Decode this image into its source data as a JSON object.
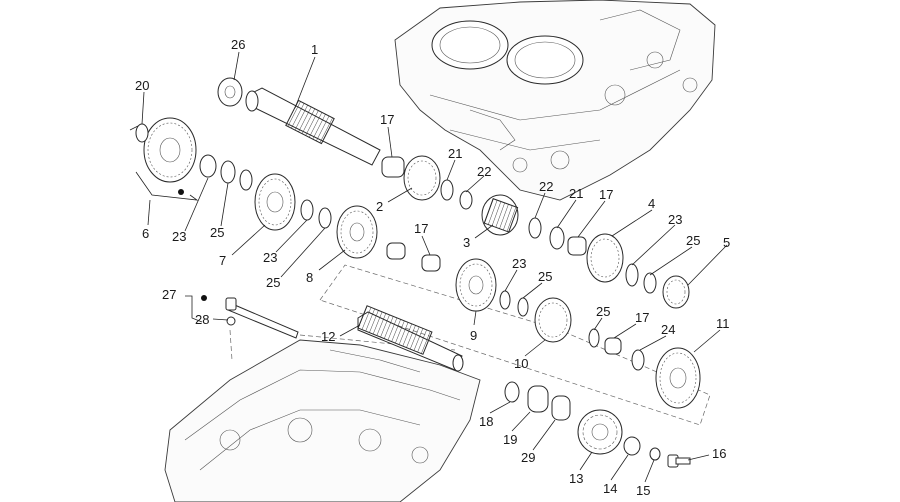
{
  "labels": {
    "n1": "1",
    "n2": "2",
    "n3": "3",
    "n4": "4",
    "n5": "5",
    "n6": "6",
    "n7": "7",
    "n8": "8",
    "n9": "9",
    "n10": "10",
    "n11": "11",
    "n12": "12",
    "n13": "13",
    "n14": "14",
    "n15": "15",
    "n16": "16",
    "n17a": "17",
    "n17b": "17",
    "n17c": "17",
    "n17d": "17",
    "n18": "18",
    "n19": "19",
    "n20": "20",
    "n21a": "21",
    "n21b": "21",
    "n22a": "22",
    "n22b": "22",
    "n23a": "23",
    "n23b": "23",
    "n23c": "23",
    "n23d": "23",
    "n24": "24",
    "n25a": "25",
    "n25b": "25",
    "n25c": "25",
    "n25d": "25",
    "n25e": "25",
    "n26": "26",
    "n27": "27",
    "n28": "28",
    "n29": "29"
  }
}
